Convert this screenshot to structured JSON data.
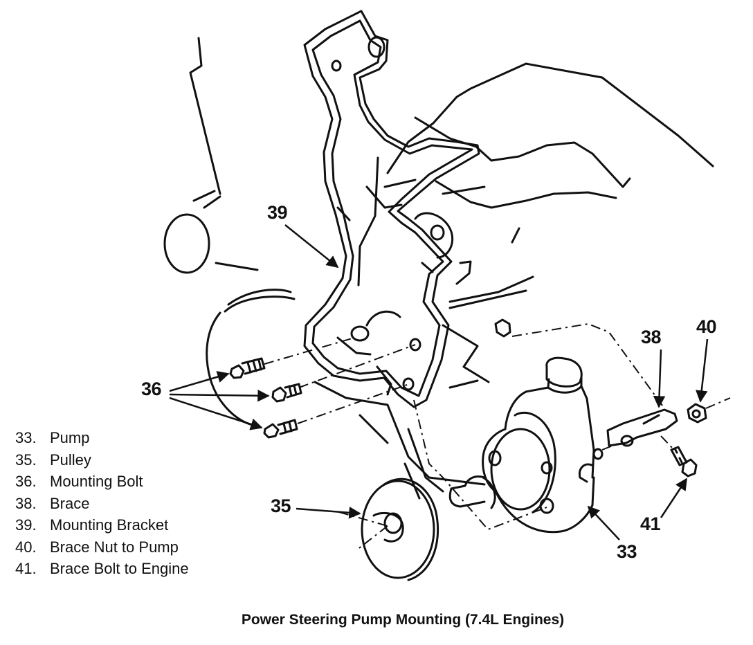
{
  "caption": "Power Steering Pump Mounting (7.4L Engines)",
  "callouts": {
    "c39": "39",
    "c36": "36",
    "c38": "38",
    "c40": "40",
    "c35": "35",
    "c41": "41",
    "c33": "33"
  },
  "legend": [
    {
      "num": "33.",
      "label": "Pump"
    },
    {
      "num": "35.",
      "label": "Pulley"
    },
    {
      "num": "36.",
      "label": "Mounting Bolt"
    },
    {
      "num": "38.",
      "label": "Brace"
    },
    {
      "num": "39.",
      "label": "Mounting Bracket"
    },
    {
      "num": "40.",
      "label": "Brace Nut to Pump"
    },
    {
      "num": "41.",
      "label": "Brace Bolt to Engine"
    }
  ]
}
